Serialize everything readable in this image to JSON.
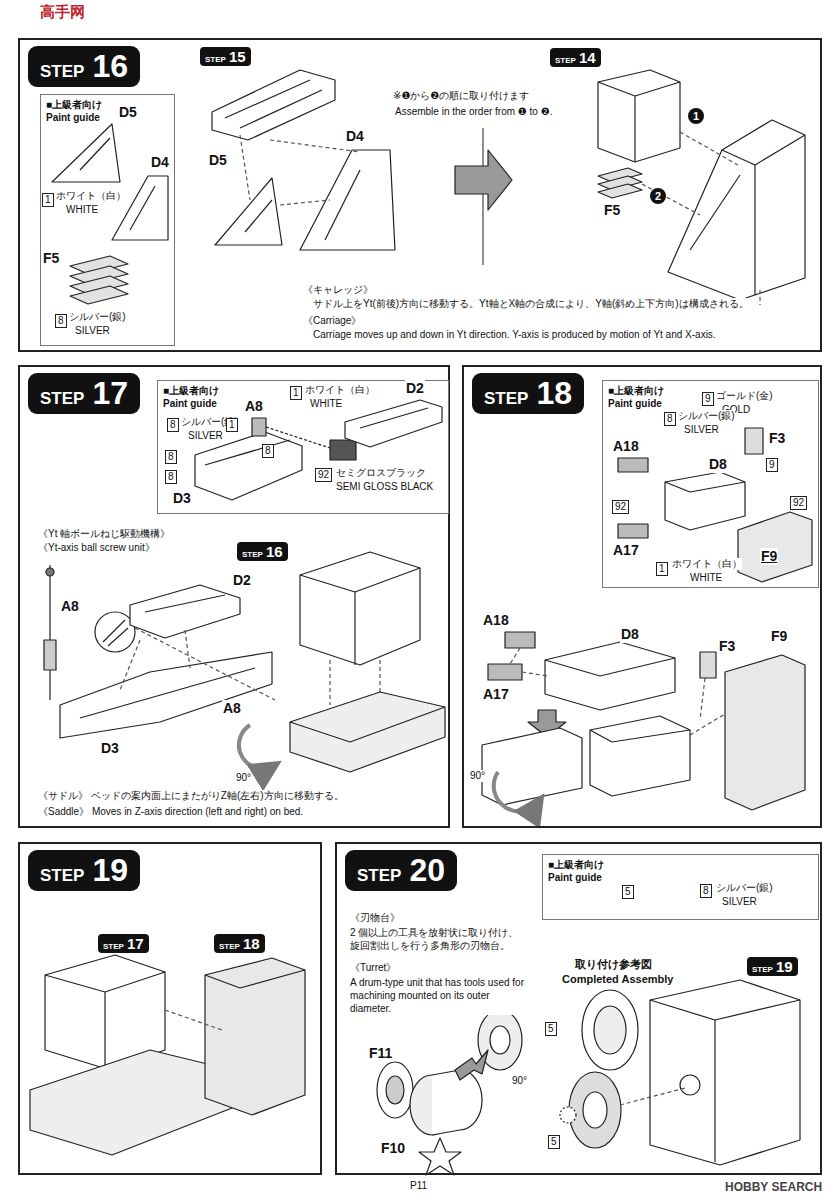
{
  "diagram": {
    "nodes": [
      {
        "text": [
          "STEP",
          "16"
        ]
      },
      {
        "text": [
          "■上級者向け",
          "Paint guide"
        ],
        "in": 0
      },
      {
        "text": [
          "STEP",
          "15"
        ],
        "in": 0
      },
      {
        "text": [
          "STEP",
          "14"
        ],
        "in": 0
      },
      {
        "text": [
          "STEP",
          "17"
        ]
      },
      {
        "text": [
          "■上級者向け",
          "Paint guide"
        ],
        "in": 4
      },
      {
        "text": [
          "STEP",
          "16"
        ],
        "in": 4
      },
      {
        "text": [
          "STEP",
          "18"
        ]
      },
      {
        "text": [
          "■上級者向け",
          "Paint guide"
        ],
        "in": 7
      },
      {
        "text": [
          "STEP",
          "19"
        ]
      },
      {
        "text": [
          "STEP",
          "17"
        ],
        "in": 9
      },
      {
        "text": [
          "STEP",
          "18"
        ],
        "in": 9
      },
      {
        "text": [
          "STEP",
          "20"
        ]
      },
      {
        "text": [
          "■上級者向け",
          "Paint guide"
        ],
        "in": 12
      },
      {
        "text": [
          "STEP",
          "19"
        ],
        "in": 12
      }
    ],
    "labels": [
      "高手网",
      "D5",
      "D4",
      "1",
      "ホワイト（白）",
      "WHITE",
      "F5",
      "8",
      "シルバー(銀)",
      "SILVER",
      "D5",
      "D4",
      "※❶から❷の順に取り付けます",
      "Assemble in the order from ❶ to ❷.",
      "1",
      "2",
      "F5",
      "《キャレッジ》",
      "サドル上をYt(前後)方向に移動する。Yt軸とX軸の合成により、Y軸(斜め上下方向)は構成される。",
      "《Carriage》",
      "Carriage moves up and down  in Yt direction. Y-axis is produced by motion of Yt and X-axis.",
      "A8",
      "1",
      "ホワイト（白）",
      "WHITE",
      "D2",
      "8",
      "シルバー(銀)",
      "SILVER",
      "1",
      "8",
      "8",
      "8",
      "D3",
      "92",
      "セミグロスブラック",
      "SEMI GLOSS BLACK",
      "《Yt 軸ボールねじ駆動機構》",
      "《Yt-axis ball screw unit》",
      "D2",
      "A8",
      "A8",
      "D3",
      "90°",
      "《サドル》 ベッドの案内面上にまたがりZ軸(左右)方向に移動する。",
      "《Saddle》 Moves in Z-axis direction (left and right) on bed.",
      "9",
      "ゴールド(金)",
      "GOLD",
      "8",
      "シルバー(銀)",
      "SILVER",
      "F3",
      "A18",
      "9",
      "D8",
      "92",
      "92",
      "F9",
      "A17",
      "1",
      "ホワイト（白）",
      "WHITE",
      "A18",
      "D8",
      "A17",
      "F3",
      "F9",
      "90°",
      "5",
      "8",
      "シルバー(銀)",
      "SILVER",
      "《刃物台》",
      "2 個以上の工具を放射状に取り付け、旋回割出しを行う多角形の刃物台。",
      "《Turret》",
      "A drum-type unit that has tools used for machining mounted on its outer diameter.",
      "取り付け参考図",
      "Completed Assembly",
      "5",
      "5",
      "F11",
      "F10",
      "90°",
      "P11",
      "HOBBY SEARCH"
    ]
  }
}
